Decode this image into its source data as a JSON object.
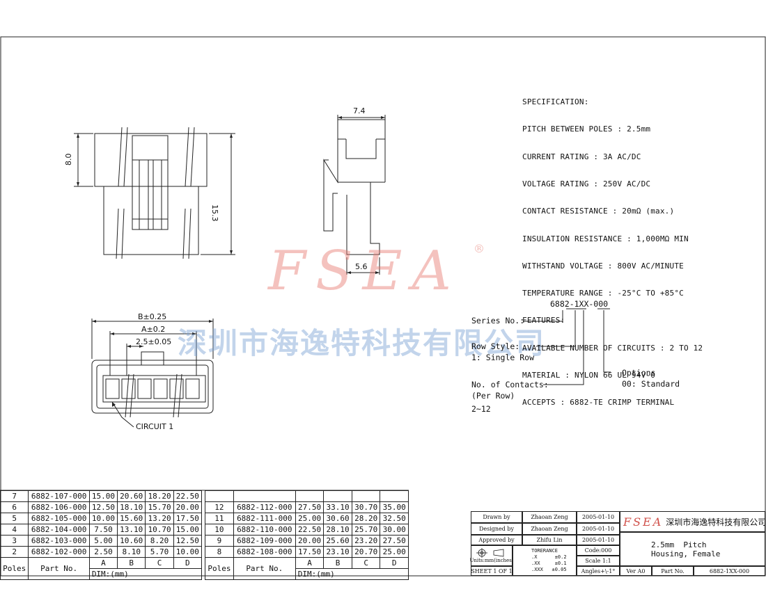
{
  "specification": {
    "lines": [
      "SPECIFICATION:",
      "PITCH BETWEEN POLES : 2.5mm",
      "CURRENT RATING : 3A AC/DC",
      "VOLTAGE RATING : 250V AC/DC",
      "CONTACT RESISTANCE : 20mΩ (max.)",
      "INSULATION RESISTANCE : 1,000MΩ MIN",
      "WITHSTAND VOLTAGE : 800V AC/MINUTE",
      "TEMPERATURE RANGE : -25°C TO +85°C",
      "FEATURES:",
      "AVAILABLE NUMBER OF CIRCUITS : 2 TO 12",
      "MATERIAL : NYLON 66 UL 94V-0",
      "ACCEPTS : 6882-TE CRIMP TERMINAL"
    ]
  },
  "dimensions": {
    "side_width": "7.4",
    "side_bottom": "5.6",
    "front_height": "8.0",
    "front_total": "15.3",
    "dim_b": "B±0.25",
    "dim_a": "A±0.2",
    "dim_pitch": "2.5±0.05",
    "circuit1": "CIRCUIT 1"
  },
  "part_number": {
    "code": "6882-1XX-000",
    "series": "Series No.:",
    "row_style": "Row Style:",
    "row_style_val": "1: Single Row",
    "contacts": "No. of Contacts:",
    "per_row": "(Per Row)",
    "range": "2~12",
    "options": "Options",
    "options_val": "00: Standard"
  },
  "watermark": {
    "logo": "FSEA",
    "reg": "®",
    "company": "深圳市海逸特科技有限公司"
  },
  "table": {
    "headers": {
      "poles": "Poles",
      "part": "Part No.",
      "a": "A",
      "b": "B",
      "c": "C",
      "d": "D",
      "dim": "DIM:(mm)"
    },
    "left": [
      [
        "7",
        "6882-107-000",
        "15.00",
        "20.60",
        "18.20",
        "22.50"
      ],
      [
        "6",
        "6882-106-000",
        "12.50",
        "18.10",
        "15.70",
        "20.00"
      ],
      [
        "5",
        "6882-105-000",
        "10.00",
        "15.60",
        "13.20",
        "17.50"
      ],
      [
        "4",
        "6882-104-000",
        "7.50",
        "13.10",
        "10.70",
        "15.00"
      ],
      [
        "3",
        "6882-103-000",
        "5.00",
        "10.60",
        "8.20",
        "12.50"
      ],
      [
        "2",
        "6882-102-000",
        "2.50",
        "8.10",
        "5.70",
        "10.00"
      ]
    ],
    "right": [
      [
        "12",
        "6882-112-000",
        "27.50",
        "33.10",
        "30.70",
        "35.00"
      ],
      [
        "11",
        "6882-111-000",
        "25.00",
        "30.60",
        "28.20",
        "32.50"
      ],
      [
        "10",
        "6882-110-000",
        "22.50",
        "28.10",
        "25.70",
        "30.00"
      ],
      [
        "9",
        "6882-109-000",
        "20.00",
        "25.60",
        "23.20",
        "27.50"
      ],
      [
        "8",
        "6882-108-000",
        "17.50",
        "23.10",
        "20.70",
        "25.00"
      ]
    ]
  },
  "titleblock": {
    "drawn_label": "Drawn   by",
    "drawn_name": "Zhaoan Zeng",
    "drawn_date": "2005-01-10",
    "designed_label": "Designed  by",
    "designed_name": "Zhaoan Zeng",
    "designed_date": "2005-01-10",
    "approved_label": "Approved by",
    "approved_name": "Zhifu Lin",
    "approved_date": "2005-01-10",
    "tolerance": "TORERANCE",
    "tol_x": ".X      ±0.2",
    "tol_xx": ".XX     ±0.1",
    "tol_xxx": ".XXX   ±0.05",
    "units": "Units:mm(inches)",
    "sheet": "SHEET  1  OF  1",
    "code": "Code:000",
    "scale": "Scale  1:1",
    "angles": "Angles+\\-1°",
    "logo": "FSEA",
    "company": "深圳市海逸特科技有限公司",
    "title1": "2.5mm  Pitch",
    "title2": "Housing, Female",
    "ver": "Ver A0",
    "part_label": "Part  No.",
    "part_val": "6882-1XX-000"
  }
}
